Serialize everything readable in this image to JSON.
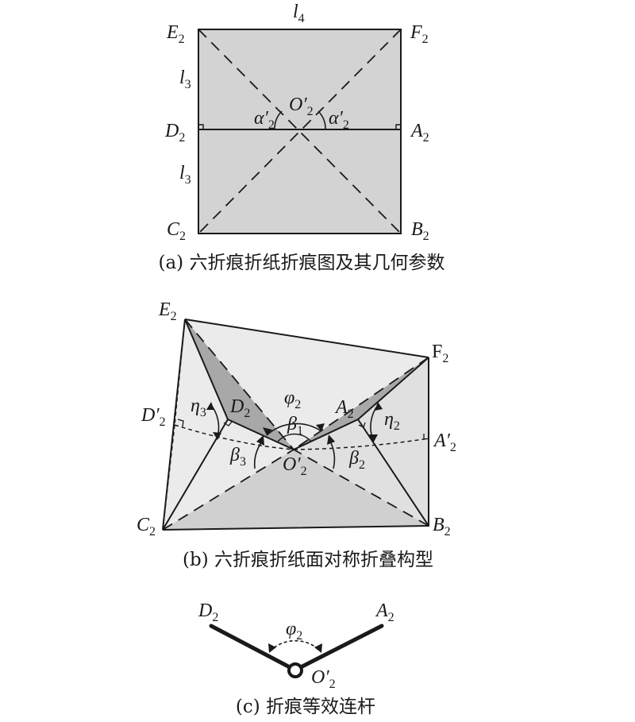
{
  "panel_a": {
    "labels": {
      "E2": {
        "main": "E",
        "sub": "2"
      },
      "F2": {
        "main": "F",
        "sub": "2"
      },
      "D2": {
        "main": "D",
        "sub": "2"
      },
      "A2": {
        "main": "A",
        "sub": "2"
      },
      "C2": {
        "main": "C",
        "sub": "2"
      },
      "B2": {
        "main": "B",
        "sub": "2"
      },
      "O2p": {
        "main": "O′",
        "sub": "2"
      },
      "l4": {
        "main": "l",
        "sub": "4"
      },
      "l3_top": {
        "main": "l",
        "sub": "3"
      },
      "l3_bot": {
        "main": "l",
        "sub": "3"
      },
      "alpha_left": {
        "main": "α′",
        "sub": "2"
      },
      "alpha_right": {
        "main": "α′",
        "sub": "2"
      }
    },
    "caption": "(a) 六折痕折纸折痕图及其几何参数"
  },
  "panel_b": {
    "labels": {
      "E2": {
        "main": "E",
        "sub": "2"
      },
      "F2": {
        "main": "F",
        "sub": "2"
      },
      "D2p": {
        "main": "D′",
        "sub": "2"
      },
      "D2": {
        "main": "D",
        "sub": "2"
      },
      "A2": {
        "main": "A",
        "sub": "2"
      },
      "A2p": {
        "main": "A′",
        "sub": "2"
      },
      "C2": {
        "main": "C",
        "sub": "2"
      },
      "B2": {
        "main": "B",
        "sub": "2"
      },
      "O2p": {
        "main": "O′",
        "sub": "2"
      },
      "phi2": {
        "main": "φ",
        "sub": "2"
      },
      "beta1": {
        "main": "β",
        "sub": "1"
      },
      "beta2": {
        "main": "β",
        "sub": "2"
      },
      "beta3": {
        "main": "β",
        "sub": "3"
      },
      "eta2": {
        "main": "η",
        "sub": "2"
      },
      "eta3": {
        "main": "η",
        "sub": "3"
      }
    },
    "caption": "(b) 六折痕折纸面对称折叠构型"
  },
  "panel_c": {
    "labels": {
      "D2": {
        "main": "D",
        "sub": "2"
      },
      "A2": {
        "main": "A",
        "sub": "2"
      },
      "phi2": {
        "main": "φ",
        "sub": "2"
      },
      "O2p": {
        "main": "O′",
        "sub": "2"
      }
    },
    "caption": "(c) 折痕等效连杆"
  },
  "colors": {
    "sheet_gray": "#d3d3d3",
    "light_face": "#ebebeb",
    "mid_face": "#d2d2d2",
    "dark_face": "#a8a8a8",
    "ink": "#1a1a1a"
  }
}
